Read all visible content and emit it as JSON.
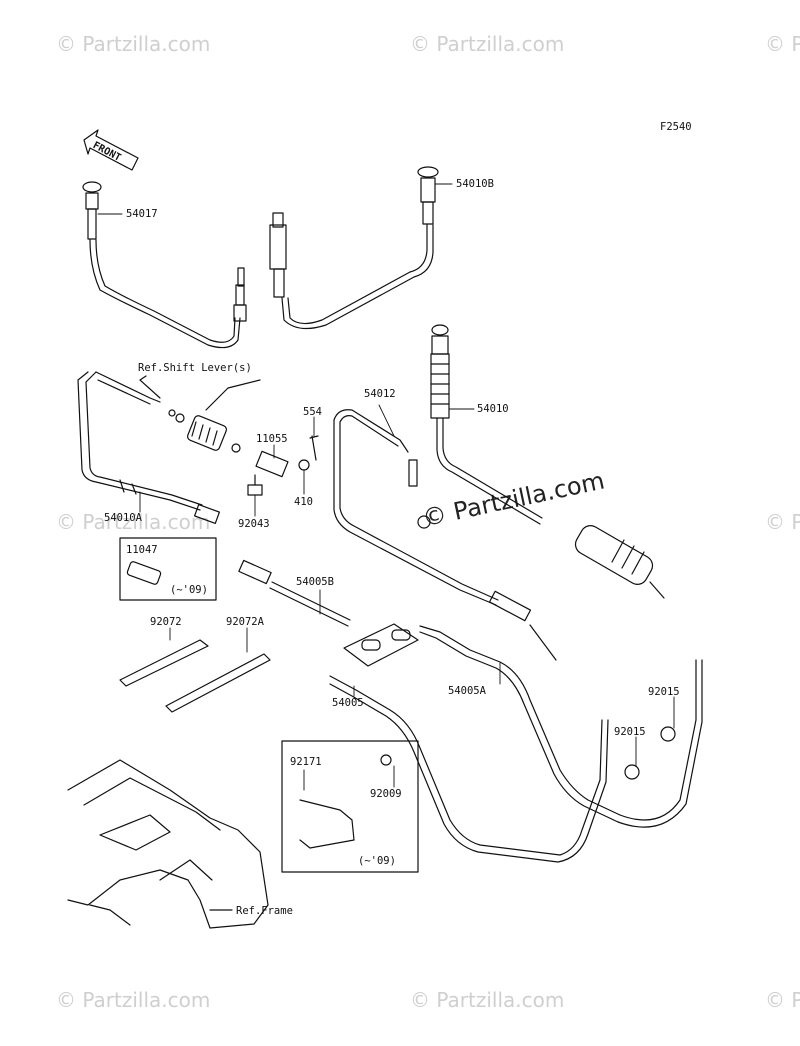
{
  "diagram": {
    "figure_code": "F2540",
    "front_label": "FRONT",
    "watermark_text": "© Partzilla.com",
    "watermark_center": "© Partzilla.com",
    "parts": {
      "p54017": "54017",
      "p54010B": "54010B",
      "p54010A": "54010A",
      "p54012": "54012",
      "p54010": "54010",
      "p554": "554",
      "p11055": "11055",
      "p410": "410",
      "p92043": "92043",
      "p11047": "11047",
      "p54005B": "54005B",
      "p54005A": "54005A",
      "p54005": "54005",
      "p92072": "92072",
      "p92072A": "92072A",
      "p92015a": "92015",
      "p92015b": "92015",
      "p92171": "92171",
      "p92009": "92009"
    },
    "refs": {
      "shift_lever": "Ref.Shift Lever(s)",
      "frame": "Ref.Frame"
    },
    "notes": {
      "box1_note": "(~'09)",
      "box2_note": "(~'09)"
    }
  }
}
